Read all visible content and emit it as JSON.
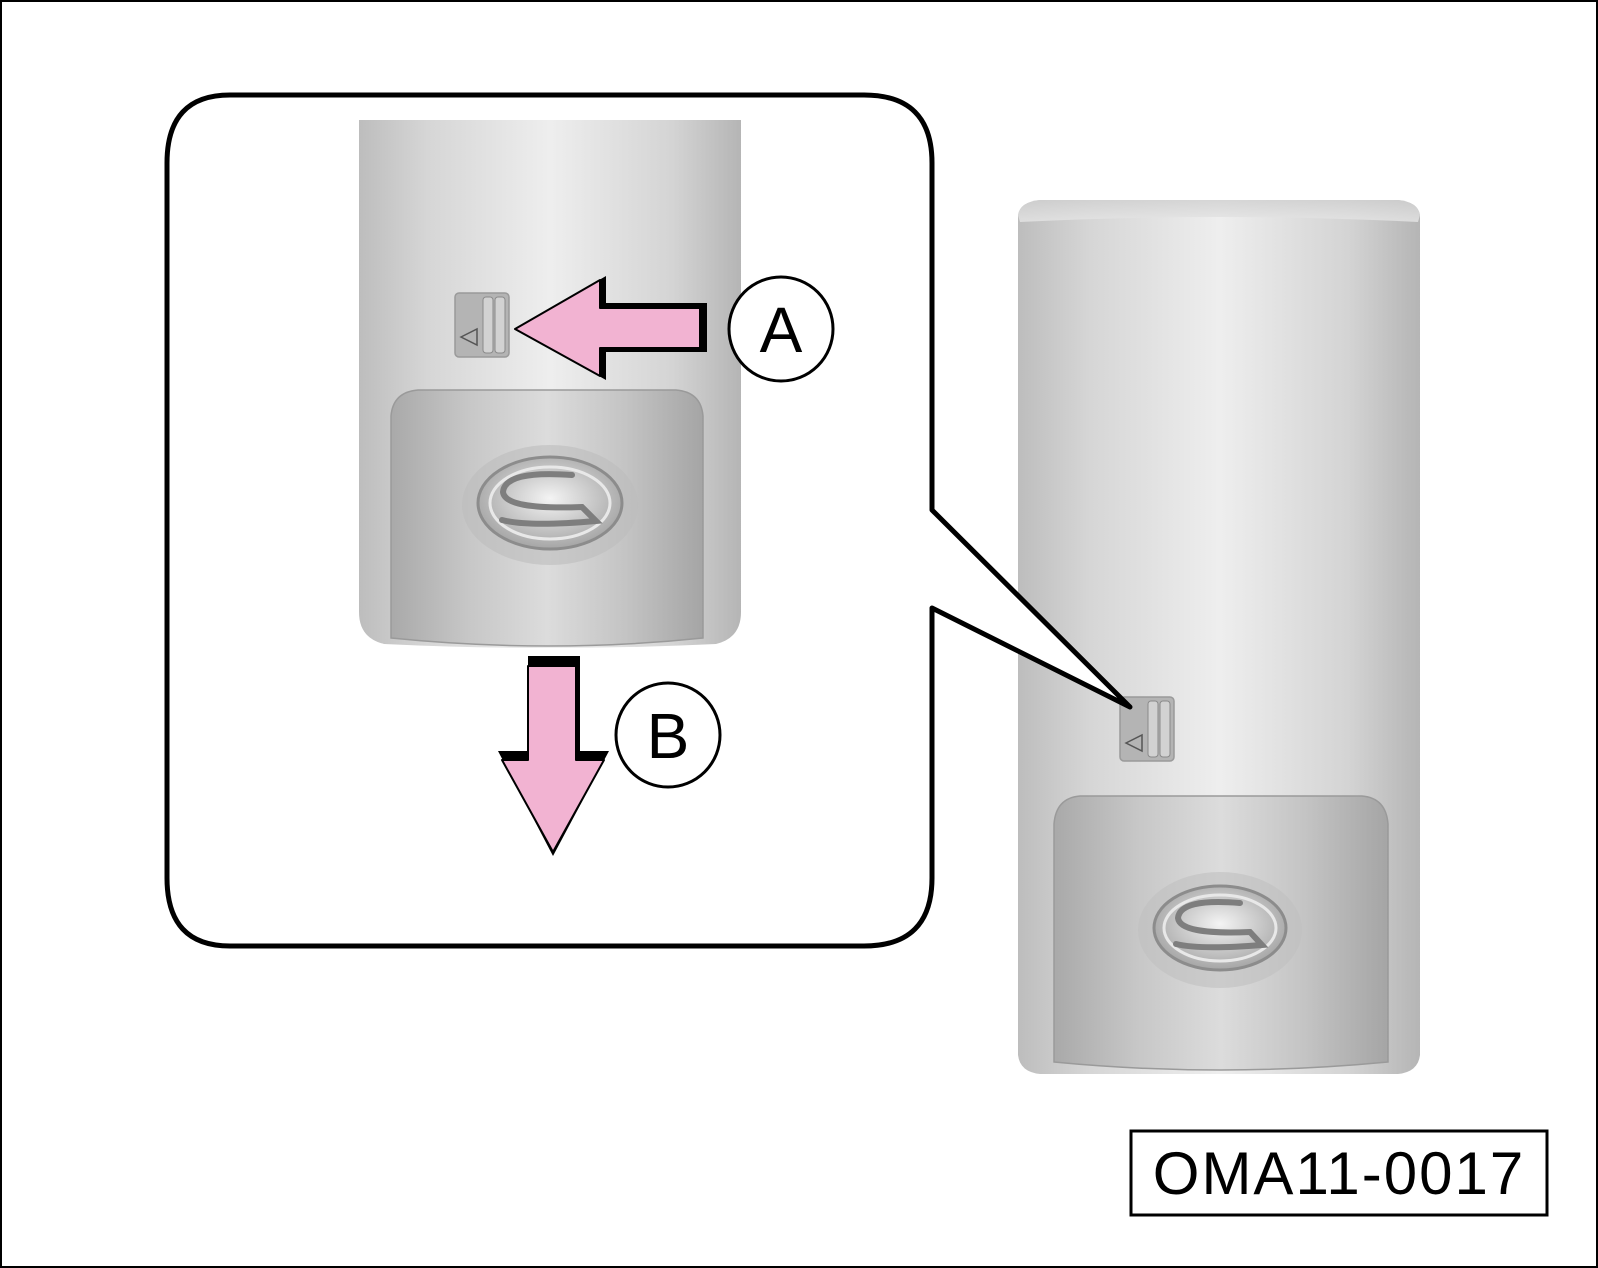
{
  "figure": {
    "figure_code": "OMA11-0017",
    "callouts": {
      "a": "A",
      "b": "B"
    },
    "arrow_color": "#f2b3d2",
    "body_color": "#d9d9d9",
    "outline_color": "#000000"
  }
}
